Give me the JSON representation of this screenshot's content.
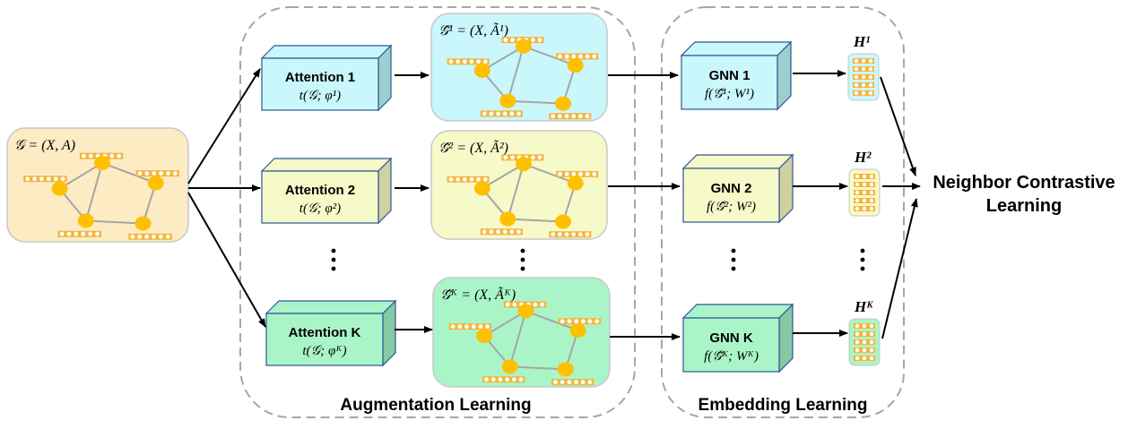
{
  "input_graph": {
    "label": "𝒢 = (X, A)",
    "color": "#fdebc3"
  },
  "augmentation": {
    "section_label": "Augmentation Learning",
    "branches": [
      {
        "attention_title": "Attention 1",
        "attention_formula": "t(𝒢; φ¹)",
        "graph_label": "𝒢̃¹ = (X, Ã¹)",
        "color": "#c9f7fb",
        "side": "#9ccfcf"
      },
      {
        "attention_title": "Attention 2",
        "attention_formula": "t(𝒢; φ²)",
        "graph_label": "𝒢̃² = (X, Ã²)",
        "color": "#f6f9c8",
        "side": "#cfd1a0"
      },
      {
        "attention_title": "Attention K",
        "attention_formula": "t(𝒢; φᴷ)",
        "graph_label": "𝒢̃ᴷ = (X, Ãᴷ)",
        "color": "#aaf5c8",
        "side": "#86c9a2"
      }
    ]
  },
  "embedding": {
    "section_label": "Embedding Learning",
    "branches": [
      {
        "gnn_title": "GNN 1",
        "gnn_formula": "f(𝒢̃¹; W¹)",
        "h_label": "H¹"
      },
      {
        "gnn_title": "GNN 2",
        "gnn_formula": "f(𝒢̃²; W²)",
        "h_label": "H²"
      },
      {
        "gnn_title": "GNN K",
        "gnn_formula": "f(𝒢̃ᴷ; Wᴷ)",
        "h_label": "Hᴷ"
      }
    ]
  },
  "output": {
    "line1": "Neighbor Contrastive",
    "line2": "Learning"
  },
  "colors": {
    "node": "#ffc000",
    "feature_bar": "#f5b53a",
    "edge": "#a6a6a6",
    "dashed": "#a6a6a6",
    "box_stroke": "#2f5597"
  }
}
